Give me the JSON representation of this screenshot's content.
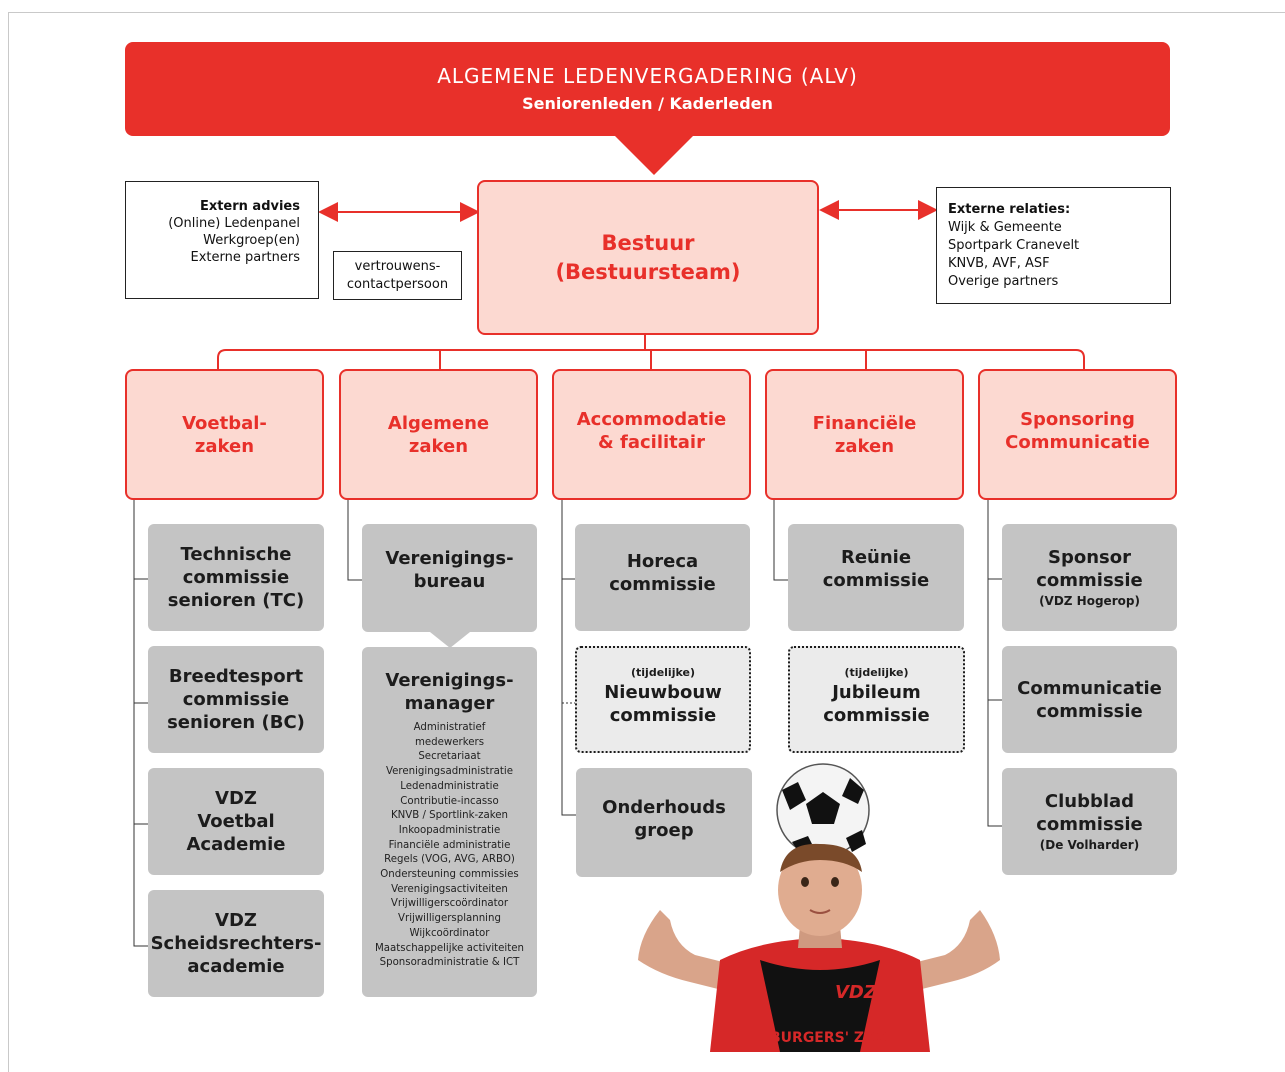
{
  "alv": {
    "title": "ALGEMENE LEDENVERGADERING (ALV)",
    "subtitle": "Seniorenleden / Kaderleden"
  },
  "bestuur": {
    "line1": "Bestuur",
    "line2": "(Bestuursteam)"
  },
  "extern_advies": {
    "heading": "Extern advies",
    "lines": [
      "(Online) Ledenpanel",
      "Werkgroep(en)",
      "Externe partners"
    ]
  },
  "vertrouwens": {
    "line1": "vertrouwens-",
    "line2": "contactpersoon"
  },
  "externe_relaties": {
    "heading": "Externe relaties:",
    "lines": [
      "Wijk & Gemeente",
      "Sportpark Cranevelt",
      "KNVB, AVF, ASF",
      "Overige partners"
    ]
  },
  "departments": [
    {
      "line1": "Voetbal-",
      "line2": "zaken"
    },
    {
      "line1": "Algemene",
      "line2": "zaken"
    },
    {
      "line1": "Accommodatie",
      "line2": "& facilitair"
    },
    {
      "line1": "Financiële",
      "line2": "zaken"
    },
    {
      "line1": "Sponsoring",
      "line2": "Communicatie"
    }
  ],
  "voetbal": [
    [
      "Technische",
      "commissie",
      "senioren (TC)"
    ],
    [
      "Breedtesport",
      "commissie",
      "senioren (BC)"
    ],
    [
      "VDZ",
      "Voetbal",
      "Academie"
    ],
    [
      "VDZ",
      "Scheidsrechters-",
      "academie"
    ]
  ],
  "algemeen": {
    "bureau": [
      "Verenigings-",
      "bureau"
    ],
    "manager": [
      "Verenigings-",
      "manager"
    ],
    "tasks": [
      "Administratief",
      "medewerkers",
      "Secretariaat",
      "Verenigingsadministratie",
      "Ledenadministratie",
      "Contributie-incasso",
      "KNVB / Sportlink-zaken",
      "Inkoopadministratie",
      "Financiële administratie",
      "Regels (VOG, AVG, ARBO)",
      "Ondersteuning commissies",
      "Verenigingsactiviteiten",
      "Vrijwilligerscoördinator",
      "Vrijwilligersplanning",
      "Wijkcoördinator",
      "Maatschappelijke activiteiten",
      "Sponsoradministratie & ICT"
    ]
  },
  "accommodatie": {
    "horeca": [
      "Horeca",
      "commissie"
    ],
    "nieuwbouw": {
      "tag": "(tijdelijke)",
      "line1": "Nieuwbouw",
      "line2": "commissie"
    },
    "onderhoud": [
      "Onderhouds",
      "groep"
    ]
  },
  "financieel": {
    "reunie": [
      "Reünie",
      "commissie"
    ],
    "jubileum": {
      "tag": "(tijdelijke)",
      "line1": "Jubileum",
      "line2": "commissie"
    }
  },
  "sponsoring": {
    "sponsor": {
      "line1": "Sponsor",
      "line2": "commissie",
      "sub": "(VDZ Hogerop)"
    },
    "communicatie": [
      "Communicatie",
      "commissie"
    ],
    "clubblad": {
      "line1": "Clubblad",
      "line2": "commissie",
      "sub": "(De Volharder)"
    }
  },
  "shirt": {
    "logo": "VDZ",
    "sponsor": "BURGERS' ZOO"
  },
  "colors": {
    "red": "#e8302a",
    "pink": "#fcd9d1",
    "gray": "#c4c4c4",
    "dashed_bg": "#ebebeb"
  }
}
